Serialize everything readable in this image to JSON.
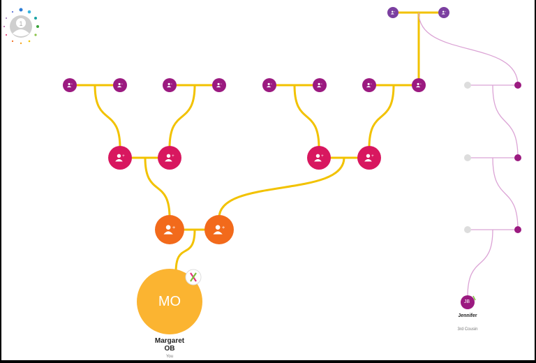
{
  "colors": {
    "tree_line": "#f2c200",
    "match_line": "#dba3d5",
    "grandparents": "#9b1a80",
    "parents": "#d8175f",
    "self_parents": "#f26a1b",
    "self": "#fbb431",
    "match": "#9b1a80",
    "great_grandparents": "#7b3fa0",
    "unknown": "#dddddd"
  },
  "profile": {
    "icon": "user-avatar-icon",
    "badge": "1"
  },
  "self": {
    "initials": "MO",
    "name": "Margaret\nOB",
    "relation": "You",
    "badge_icon": "dna-icon"
  },
  "match": {
    "initials": "JB",
    "name": "Jennifer",
    "relation": "3rd Cousin"
  },
  "node_icon": "person-add-icon"
}
